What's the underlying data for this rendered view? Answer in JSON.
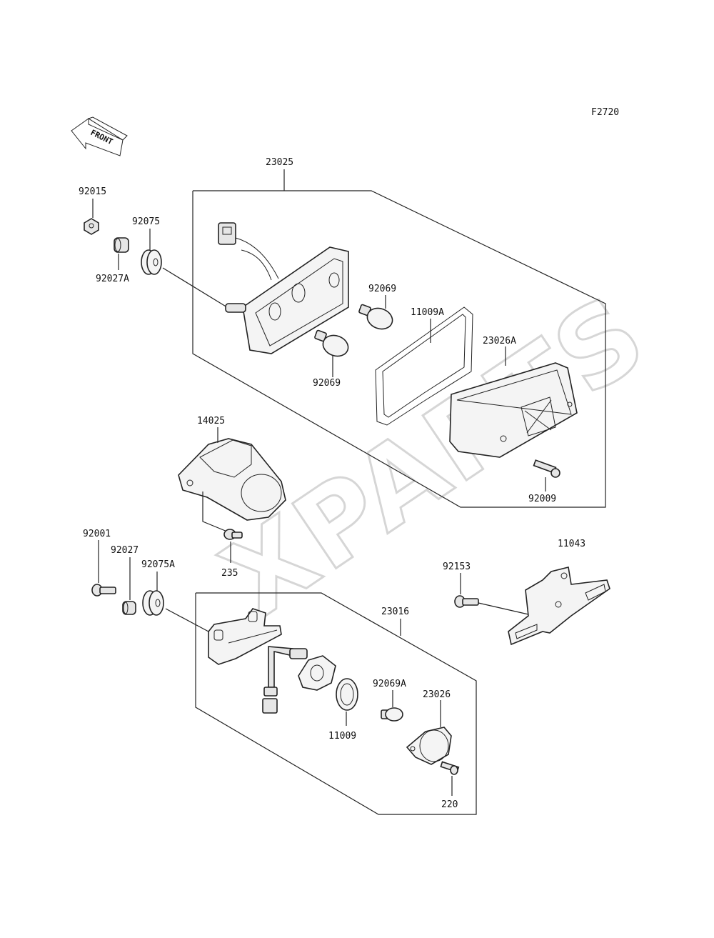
{
  "figure_code": "F2720",
  "front_label": "FRONT",
  "watermark": "XPARTS",
  "part_labels": {
    "p23025": "23025",
    "p92015": "92015",
    "p92075": "92075",
    "p92027A": "92027A",
    "p92069_top": "92069",
    "p11009A": "11009A",
    "p23026A": "23026A",
    "p92069_bottom": "92069",
    "p14025": "14025",
    "p92009": "92009",
    "p92001": "92001",
    "p92027": "92027",
    "p92075A": "92075A",
    "p235": "235",
    "p11043": "11043",
    "p92153": "92153",
    "p23016": "23016",
    "p92069A": "92069A",
    "p23026": "23026",
    "p11009": "11009",
    "p220": "220"
  },
  "colors": {
    "line": "#222222",
    "watermark": "#d6d6d6"
  }
}
